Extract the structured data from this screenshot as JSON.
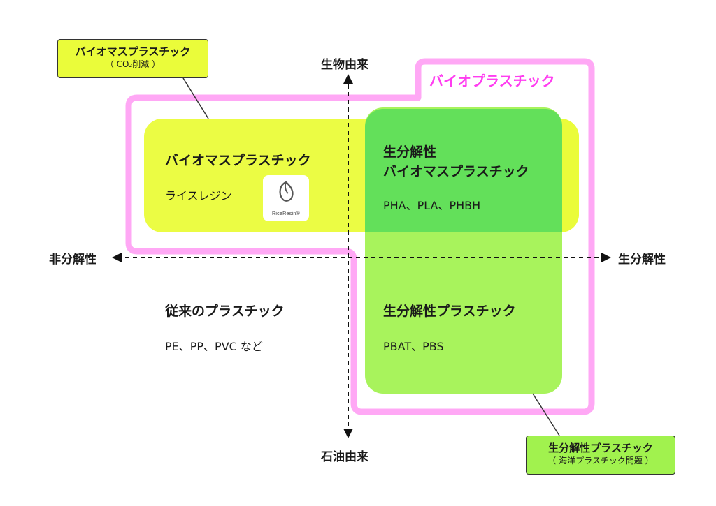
{
  "axes": {
    "top": "生物由来",
    "bottom": "石油由来",
    "left": "非分解性",
    "right": "生分解性"
  },
  "bioplastics_title": "バイオプラスチック",
  "callout_biomass": {
    "title": "バイオマスプラスチック",
    "note": "（ CO₂削減 ）"
  },
  "callout_biodegradable": {
    "title": "生分解性プラスチック",
    "note": "（ 海洋プラスチック問題 ）"
  },
  "quadrants": {
    "biomass": {
      "title": "バイオマスプラスチック",
      "example": "ライスレジン",
      "logo_text": "RiceResin®"
    },
    "biodegradable_biomass": {
      "title_line1": "生分解性",
      "title_line2": "バイオマスプラスチック",
      "examples": "PHA、PLA、PHBH"
    },
    "conventional": {
      "title": "従来のプラスチック",
      "examples": "PE、PP、PVC など"
    },
    "biodegradable": {
      "title": "生分解性プラスチック",
      "examples": "PBAT、PBS"
    }
  },
  "colors": {
    "biomass_zone": "#eafc3a",
    "biodegradable_zone": "#a1f24e",
    "overlap_zone": "#63e05a",
    "bioplastics_outline": "#ffa8f5",
    "bioplastics_title": "#ff3df0"
  }
}
